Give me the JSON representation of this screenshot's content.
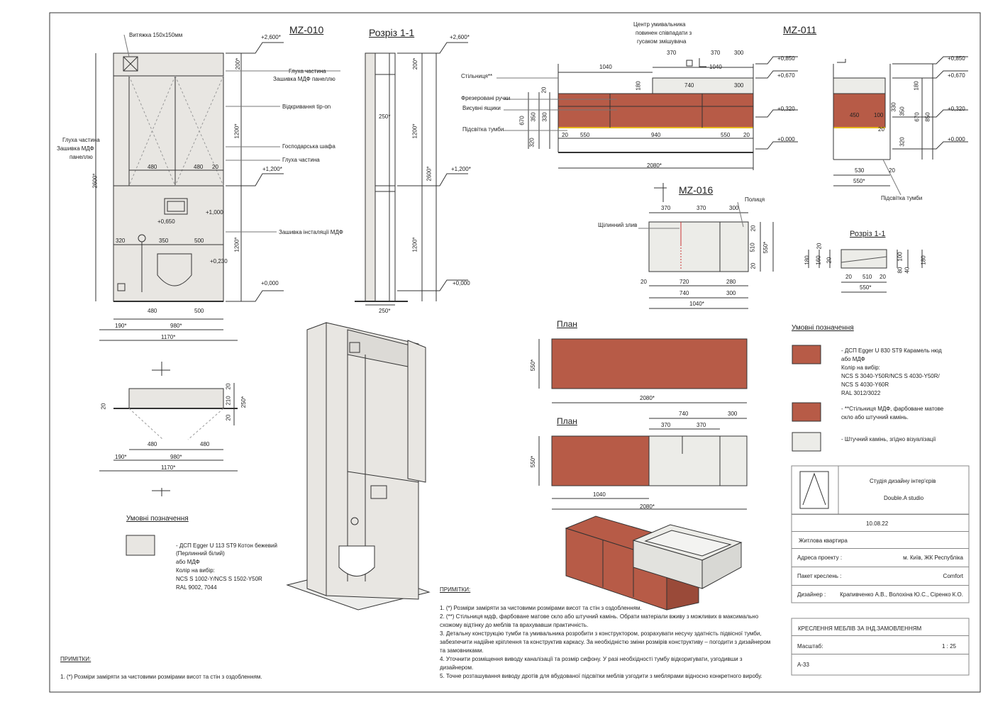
{
  "colors": {
    "terracotta": "#b75b47",
    "beige": "#e8e6e2",
    "stone": "#ecece8",
    "line": "#333333",
    "dim": "#555555"
  },
  "titles": {
    "mz010": "MZ-010",
    "section11": "Розріз 1-1",
    "mz011": "MZ-011",
    "mz016": "MZ-016",
    "section11b": "Розріз 1-1",
    "plan1": "План",
    "plan2": "План"
  },
  "mz010": {
    "vent": "Витяжка 150х150мм",
    "blind_top": "Глуха частина",
    "mdf_cover": "Зашивка МДФ панеллю",
    "tipon": "Відкривання  tip-on",
    "storage": "Господарська шафа",
    "blind2": "Глуха частина",
    "left1": "Глуха частина",
    "left2": "Зашивка МДФ",
    "left3": "панеллю",
    "install": "Зашивка інсталяції МДФ",
    "lv_2600": "+2,600*",
    "lv_1200": "+1,200*",
    "lv_1000": "+1,000",
    "lv_0650": "+0,650",
    "lv_0230": "+0,230",
    "lv_0000": "+0,000",
    "d200": "200*",
    "d1200a": "1200*",
    "d1200b": "1200*",
    "d2600": "2600*",
    "d480a": "480",
    "d480b": "480",
    "d20": "20",
    "d320": "320",
    "d350": "350",
    "d500": "500",
    "b480": "480",
    "b500": "500",
    "b190": "190*",
    "b980": "980*",
    "b1170": "1170*"
  },
  "sec11": {
    "lv_2600": "+2,600*",
    "lv_1200": "+1,200*",
    "lv_0000": "+0,000",
    "d200": "200*",
    "d250": "250*",
    "d1200a": "1200*",
    "d2600": "2600*",
    "d1200b": "1200*",
    "b250": "250*"
  },
  "planA": {
    "d480a": "480",
    "d480b": "480",
    "d190": "190*",
    "d980": "980*",
    "d1170": "1170*",
    "d20": "20",
    "d210": "210",
    "d20b": "20",
    "d250": "250*",
    "d20l": "20"
  },
  "legend1": {
    "title": "Умовні позначення",
    "l1": "- ДСП Egger U 113 ST9 Котон бежевий",
    "l2": "(Перлинний білий)",
    "l3": "або МДФ",
    "l4": "Колір на вибір:",
    "l5": "NCS S 1002-Y/NCS S 1502-Y50R",
    "l6": "RAL 9002, 7044"
  },
  "notes1": {
    "title": "ПРИМІТКИ:",
    "n1": "1. (*) Розміри заміряти за чистовими розмірами висот та стін з оздобленням."
  },
  "mz011": {
    "center1": "Центр умивальника",
    "center2": "повинен співпадати з",
    "center3": "гусаком змішувача",
    "countertop": "Стільниця**",
    "handles": "Фрезеровані ручки",
    "drawers": "Висувні ящики",
    "light": "Підсвітка тумби",
    "d1040": "1040",
    "d370": "370",
    "d370b": "370",
    "d300": "300",
    "d740": "740",
    "d300b": "300",
    "d1040b": "1040",
    "d180": "180",
    "d20a": "20",
    "d670": "670",
    "d350": "350",
    "d330": "330",
    "d320": "320",
    "d20b": "20",
    "d550a": "550",
    "d940": "940",
    "d550b": "550",
    "d20c": "20",
    "d2080": "2080*",
    "lv_0850": "+0,850",
    "lv_0670": "+0,670",
    "lv_0320": "+0,320",
    "lv_0000": "+0,000",
    "s_lv0850": "+0,850",
    "s_lv0670": "+0,670",
    "s_lv0320": "+0,320",
    "s_lv0000": "+0,000",
    "s180": "180",
    "s330": "330",
    "s350": "350",
    "s670": "670",
    "s850": "850",
    "s320": "320",
    "s450": "450",
    "s100": "100",
    "s20": "20",
    "s530": "530",
    "s20b": "20",
    "s550": "550*",
    "s_light": "Підсвітка тумби"
  },
  "mz016": {
    "shelf": "Полиця",
    "drain": "Щілинний злив",
    "d370a": "370",
    "d370b": "370",
    "d300": "300",
    "d20a": "20",
    "d510": "510",
    "d20b": "20",
    "d550": "550*",
    "d20c": "20",
    "d720": "720",
    "d280": "280",
    "d740": "740",
    "d300b": "300",
    "d1040": "1040*"
  },
  "sec11b": {
    "d20": "20",
    "d160": "160",
    "d180": "180",
    "d20b": "20",
    "d100": "100",
    "d80": "80",
    "d180b": "180",
    "d40": "40",
    "b20": "20",
    "b510": "510",
    "b20b": "20",
    "b550": "550*"
  },
  "plan1": {
    "w2080": "2080*",
    "h550": "550*"
  },
  "plan2": {
    "d740": "740",
    "d300": "300",
    "d370a": "370",
    "d370b": "370",
    "h550": "550*",
    "d1040": "1040",
    "w2080": "2080*"
  },
  "legend2": {
    "title": "Умовні позначення",
    "a1": "- ДСП Egger U 830 ST9 Карамель нюд",
    "a2": "або МДФ",
    "a3": "Колір на вибір:",
    "a4": "NCS S 3040-Y50R/NCS S 4030-Y50R/",
    "a5": "NCS S 4030-Y60R",
    "a6": "RAL 3012/3022",
    "b1": "- **Стільниця МДФ, фарбоване матове",
    "b2": "скло або штучний камінь.",
    "c1": "- Штучний камінь, згідно візуалізації"
  },
  "notes2": {
    "title": "ПРИМІТКИ:",
    "n1": "1. (*) Розміри заміряти за чистовими розмірами висот та стін з оздобленням.",
    "n2a": "2. (**) Стільниця мдф, фарбоване матове скло або штучний камінь. Обрати матеріали вживу з можливих в максимально",
    "n2b": "схожому відтінку до меблів та врахувавши практичність.",
    "n3a": "3. Детальну конструкцію тумби та умивальника розробити з конструктором, розрахувати несучу здатність підвісної тумби,",
    "n3b": "забезпечити надійне кріплення та конструктив каркасу. За необхідністю зміни розмірів конструктиву – погодити з дизайнером",
    "n3c": "та замовниками.",
    "n4a": "4. Уточнити розміщення виводу каналізації та розмір сифону. У разі необхідності тумбу відкоригувати, узгодивши з",
    "n4b": "дизайнером.",
    "n5": "5. Точне розташування виводу дротів для вбудованої підсвітки меблів узгодити з меблярами відносно конкретного виробу."
  },
  "stamp": {
    "studio1": "Студія дизайну інтер'єрів",
    "studio2": "Double.A studio",
    "date": "10.08.22",
    "type": "Житлова квартира",
    "addr_l": "Адреса проекту :",
    "addr_v": "м. Київ, ЖК Республіка",
    "pkg_l": "Пакет креслень :",
    "pkg_v": "Comfort",
    "des_l": "Дизайнер :",
    "des_v": "Крапивченко А.В., Волохіна Ю.С., Сіренко К.О.",
    "title": "КРЕСЛЕННЯ МЕБЛІВ ЗА ІНД.ЗАМОВЛЕННЯМ",
    "scale_l": "Масштаб:",
    "scale_v": "1 : 25",
    "sheet": "A-33"
  }
}
